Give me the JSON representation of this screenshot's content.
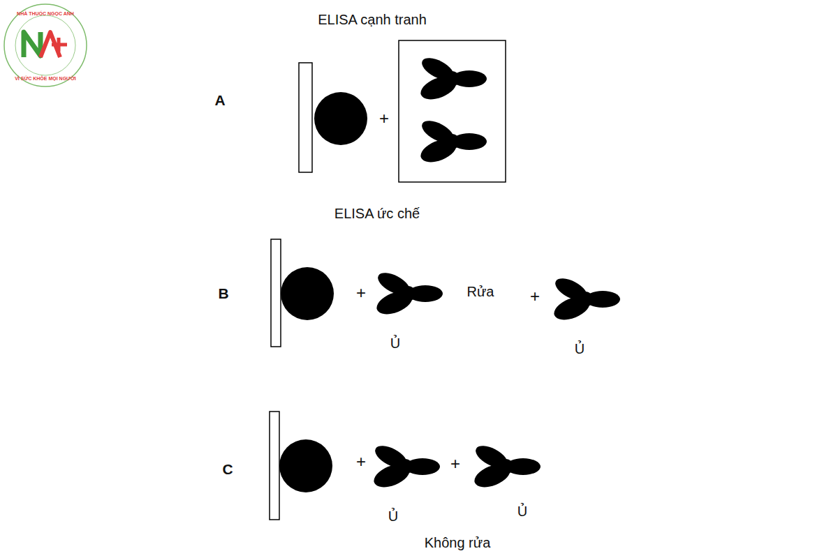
{
  "diagram": {
    "labels": [
      "NHÀ THUỐC NGỌC ANH",
      "VÌ SỨC KHỎE MỌI NGƯỜI",
      "ELISA cạnh tranh",
      "A",
      "+",
      "ELISA ức chế",
      "B",
      "+",
      "Rửa",
      "+",
      "Ủ",
      "Ủ",
      "C",
      "+",
      "+",
      "Ủ",
      "Ủ",
      "Không rửa"
    ]
  }
}
